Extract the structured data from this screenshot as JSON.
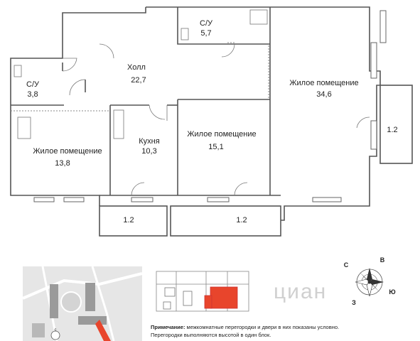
{
  "rooms": {
    "bath_top": {
      "name": "С/У",
      "area": "5,7"
    },
    "hall": {
      "name": "Холл",
      "area": "22,7"
    },
    "living_big": {
      "name": "Жилое помещение",
      "area": "34,6"
    },
    "bath_left": {
      "name": "С/У",
      "area": "3,8"
    },
    "living_left": {
      "name": "Жилое помещение",
      "area": "13,8"
    },
    "kitchen": {
      "name": "Кухня",
      "area": "10,3"
    },
    "living_mid": {
      "name": "Жилое помещение",
      "area": "15,1"
    },
    "balcony_right": {
      "area": "1.2"
    },
    "balcony_left": {
      "area": "1.2"
    },
    "balcony_mid": {
      "area": "1.2"
    }
  },
  "compass": {
    "n": "С",
    "e": "В",
    "s": "Ю",
    "w": "З",
    "mini_n": "с"
  },
  "watermark": "циан",
  "note": {
    "label": "Примечание:",
    "line1": "межкомнатные перегородки и двери в них показаны условно.",
    "line2": "Перегородки выполняются высотой в один блок."
  },
  "colors": {
    "wall": "#555555",
    "highlight": "#e8452c",
    "map_bg": "#e6e6e6",
    "map_road": "#ffffff"
  }
}
